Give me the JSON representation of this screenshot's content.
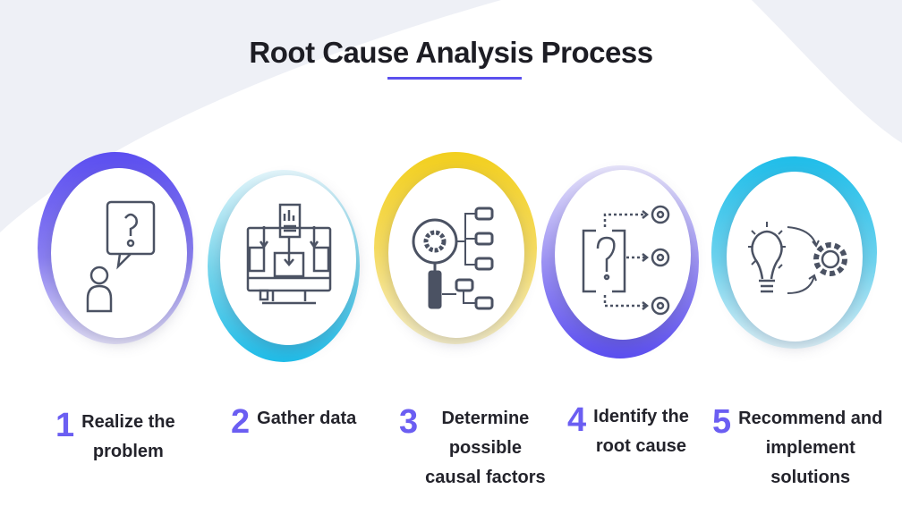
{
  "title": "Root Cause Analysis Process",
  "colors": {
    "purple": "#5b4ef0",
    "cyan": "#22c3ee",
    "yellow": "#f2cf1e",
    "icon": "#4b5263",
    "number": "#6b5ef2"
  },
  "steps": [
    {
      "number": "1",
      "label_lines": [
        "Realize the",
        "problem"
      ],
      "icon": "person-question-icon"
    },
    {
      "number": "2",
      "label_lines": [
        "Gather data"
      ],
      "icon": "computer-data-icon"
    },
    {
      "number": "3",
      "label_lines": [
        "Determine",
        "possible",
        "causal factors"
      ],
      "icon": "magnifier-gear-icon"
    },
    {
      "number": "4",
      "label_lines": [
        "Identify the",
        "root cause"
      ],
      "icon": "question-targets-icon"
    },
    {
      "number": "5",
      "label_lines": [
        "Recommend and",
        "implement",
        "solutions"
      ],
      "icon": "bulb-gear-icon"
    }
  ]
}
